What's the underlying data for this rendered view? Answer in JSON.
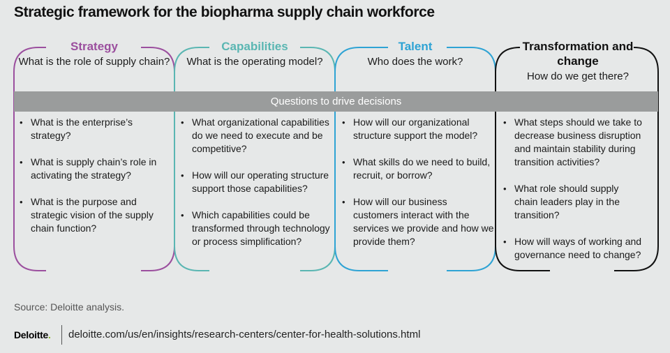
{
  "title": "Strategic framework for the biopharma supply chain workforce",
  "banner": "Questions to drive decisions",
  "columns": [
    {
      "name": "Strategy",
      "color": "#9b4f9e",
      "question": "What is the role of supply chain?",
      "items": [
        "What is the enterprise’s strategy?",
        "What is supply chain’s role in activating the strategy?",
        "What is the purpose and strategic vision of the supply chain function?"
      ]
    },
    {
      "name": "Capabilities",
      "color": "#5ab6b2",
      "question": "What is the operating model?",
      "items": [
        "What organizational capabilities do we need to execute and be competitive?",
        "How will our operating structure support those capabilities?",
        "Which capabilities could be transformed through technology or process simplification?"
      ]
    },
    {
      "name": "Talent",
      "color": "#2ea3d4",
      "question": "Who does the work?",
      "items": [
        "How will our organizational structure support the model?",
        "What skills do we need to build, recruit, or borrow?",
        "How will our business customers interact with the services we provide and how we provide them?"
      ]
    },
    {
      "name": "Transformation and change",
      "color": "#111111",
      "question": "How do we get there?",
      "items": [
        "What steps should we take to decrease business disruption and maintain stability during transition activities?",
        "What role should supply chain leaders play in the transition?",
        "How will ways of working and governance need to change?"
      ]
    }
  ],
  "source": "Source: Deloitte analysis.",
  "logo": {
    "word": "Deloitte",
    "dot": "."
  },
  "url": "deloitte.com/us/en/insights/research-centers/center-for-health-solutions.html"
}
